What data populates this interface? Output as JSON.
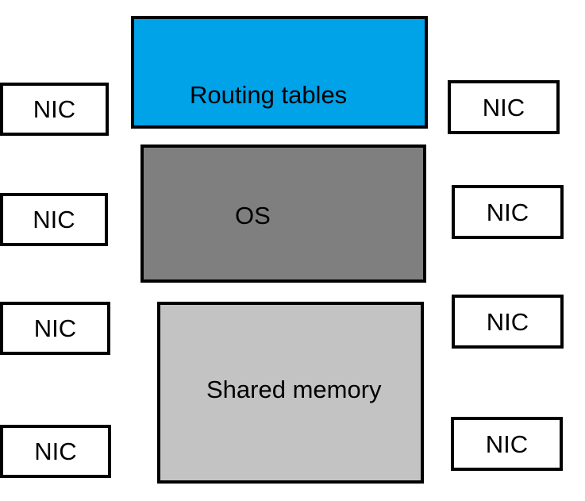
{
  "diagram": {
    "blocks": {
      "routing_tables": {
        "label": "Routing tables",
        "color": "#00A2E8"
      },
      "os": {
        "label": "OS",
        "color": "#7F7F7F"
      },
      "shared_memory": {
        "label": "Shared memory",
        "color": "#C3C3C3"
      }
    },
    "nics": {
      "left": [
        "NIC",
        "NIC",
        "NIC",
        "NIC"
      ],
      "right": [
        "NIC",
        "NIC",
        "NIC",
        "NIC"
      ]
    }
  }
}
